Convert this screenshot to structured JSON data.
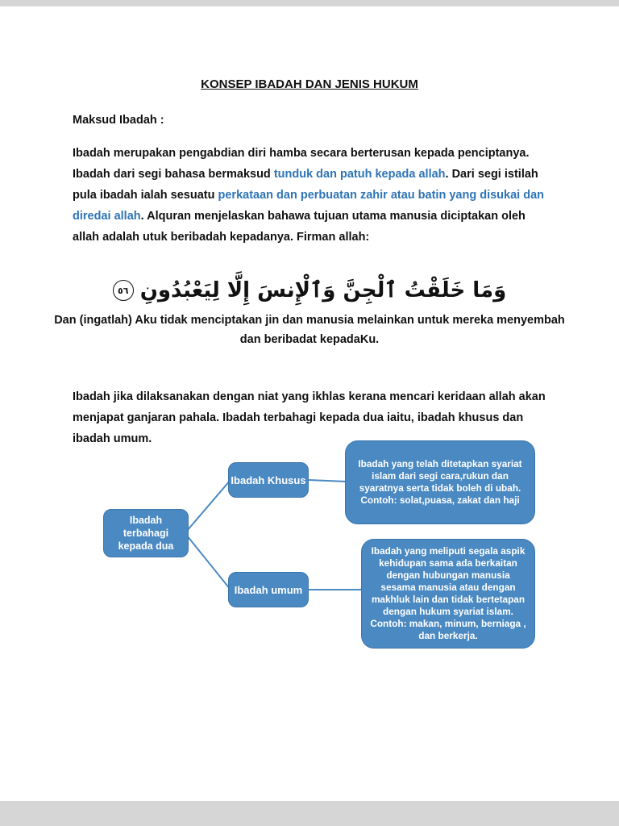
{
  "page": {
    "title": "KONSEP IBADAH DAN JENIS HUKUM",
    "heading": "Maksud Ibadah :",
    "para1": {
      "seg1": "Ibadah merupakan pengabdian diri hamba secara berterusan kepada penciptanya. Ibadah dari segi bahasa bermaksud ",
      "seg2_blue": "tunduk dan patuh kepada allah",
      "seg3": ". Dari segi istilah pula ibadah ialah sesuatu ",
      "seg4_blue": "perkataan dan perbuatan zahir atau batin yang disukai dan diredai allah",
      "seg5": ".  Alquran menjelaskan bahawa tujuan utama manusia diciptakan oleh allah adalah utuk beribadah kepadanya.  Firman allah:"
    },
    "verse": {
      "arabic": "وَمَا خَلَقْتُ ٱلْجِنَّ وَٱلْإِنسَ إِلَّا لِيَعْبُدُونِ",
      "ayah_number": "٥٦",
      "translation": "Dan (ingatlah) Aku tidak menciptakan jin dan manusia melainkan untuk mereka menyembah dan beribadat kepadaKu."
    },
    "para2": "Ibadah jika dilaksanakan dengan niat yang ikhlas  kerana mencari keridaan allah akan menjapat ganjaran pahala.  Ibadah terbahagi kepada dua iaitu, ibadah khusus dan ibadah umum.",
    "diagram": {
      "root_label": "Ibadah terbahagi kepada dua",
      "branch1_label": "Ibadah Khusus",
      "branch2_label": "Ibadah umum",
      "detail1_text": "Ibadah yang telah ditetapkan syariat islam dari segi cara,rukun dan syaratnya serta tidak boleh  di ubah. Contoh: solat,puasa, zakat dan haji",
      "detail2_text": "Ibadah yang meliputi segala aspik kehidupan sama ada berkaitan dengan hubungan manusia sesama manusia atau dengan makhluk lain dan tidak bertetapan dengan hukum syariat islam. Contoh: makan, minum, berniaga ,  dan berkerja.",
      "box_color": "#4a89c2",
      "line_color": "#4a89c2"
    },
    "colors": {
      "emphasis_blue": "#2e74b5",
      "page_background": "#ffffff",
      "viewer_background": "#d6d6d6"
    }
  }
}
